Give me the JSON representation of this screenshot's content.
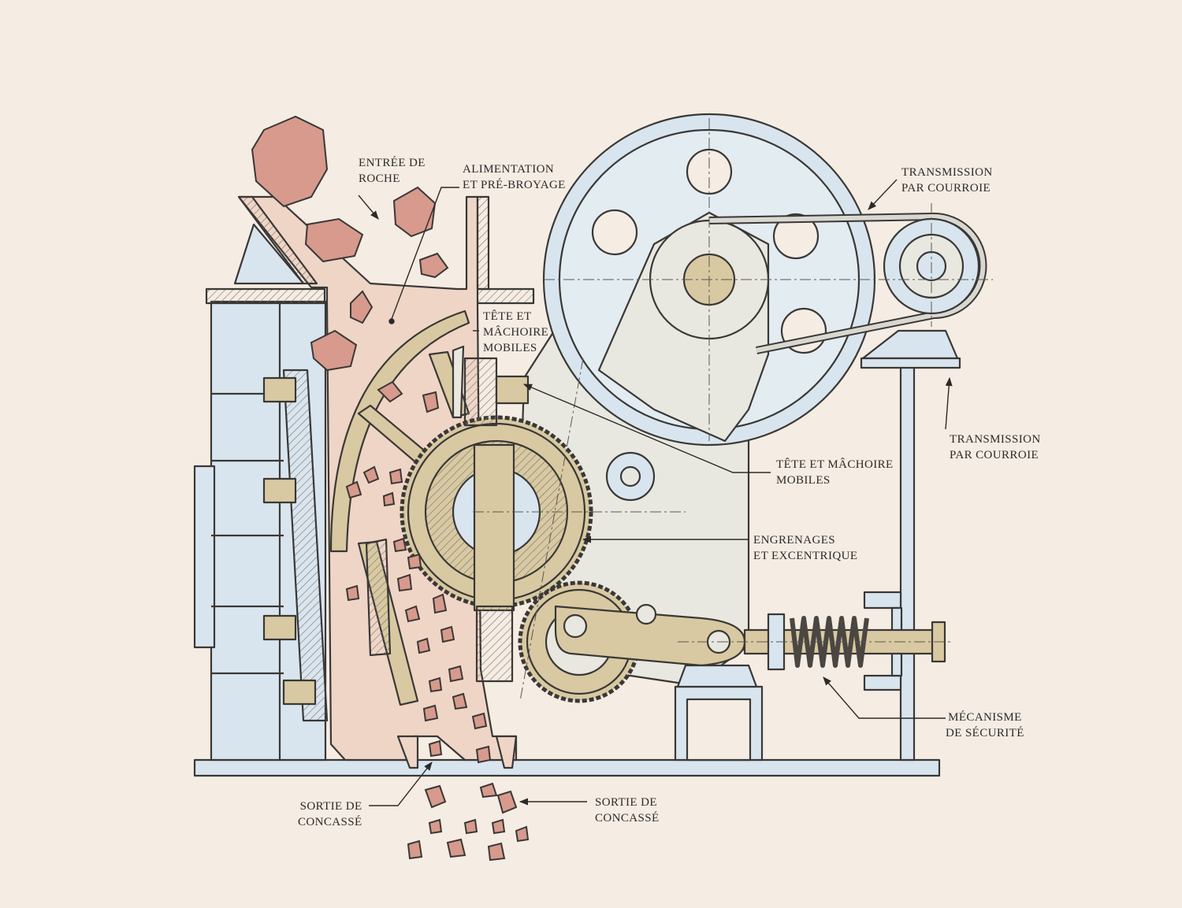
{
  "colors": {
    "background": "#f5ece3",
    "outline": "#3a3836",
    "frame_blue": "#d9e5ee",
    "chute_pink": "#efd5c6",
    "rock": "#d79a8d",
    "bronze": "#d8c9a2",
    "metal_light": "#e8e8e0",
    "hatch": "#7a7068"
  },
  "labels": {
    "rock_inlet": [
      "ENTRÉE DE",
      "ROCHE"
    ],
    "feed_precrush": [
      "ALIMENTATION",
      "ET PRÉ-BROYAGE"
    ],
    "belt_drive_top": [
      "TRANSMISSION",
      "PAR COURROIE"
    ],
    "moving_head_small": [
      "TÊTE ET",
      "MÂCHOIRE",
      "MOBILES"
    ],
    "belt_drive_side": [
      "TRANSMISSION",
      "PAR COURROIE"
    ],
    "moving_head_right": [
      "TÊTE ET MÂCHOIRE",
      "MOBILES"
    ],
    "gears_eccentric": [
      "ENGRENAGES",
      "ET EXCENTRIQUE"
    ],
    "safety_mechanism": [
      "MÉCANISME",
      "DE SÉCURITÉ"
    ],
    "output_left": [
      "SORTIE DE",
      "CONCASSÉ"
    ],
    "output_right": [
      "SORTIE DE",
      "CONCASSÉ"
    ]
  }
}
